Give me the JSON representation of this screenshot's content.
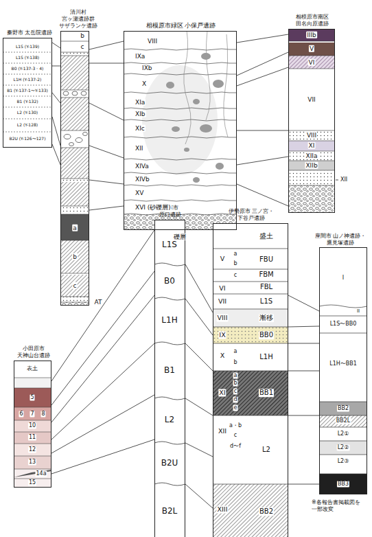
{
  "diagram": {
    "nodes": [
      {
        "text": [
          "秦野市 太岳院遺跡"
        ]
      },
      {
        "text": [
          "清川村 宮ヶ瀬遺跡群 サザランケ遺跡"
        ]
      },
      {
        "text": [
          "相模原市緑区 小保戸遺跡"
        ]
      },
      {
        "text": [
          "相模原市南区 田名向原遺跡"
        ]
      },
      {
        "text": [
          "平塚市 原口遺跡"
        ]
      },
      {
        "text": [
          "伊勢原市 三ノ宮・下谷戸遺跡"
        ]
      },
      {
        "text": [
          "座間市 山ノ神遺跡・鷹見塚遺跡"
        ]
      },
      {
        "text": [
          "小田原市 天神山台遺跡"
        ]
      }
    ],
    "edges": [
      {
        "from": 0,
        "to": 1,
        "arrow": "none"
      },
      {
        "from": 0,
        "to": 1,
        "arrow": "none"
      },
      {
        "from": 0,
        "to": 1,
        "arrow": "none"
      },
      {
        "from": 0,
        "to": 1,
        "arrow": "none"
      },
      {
        "from": 0,
        "to": 1,
        "arrow": "none"
      },
      {
        "from": 1,
        "to": 2,
        "arrow": "none"
      },
      {
        "from": 1,
        "to": 2,
        "arrow": "none"
      },
      {
        "from": 1,
        "to": 2,
        "arrow": "none"
      },
      {
        "from": 1,
        "to": 2,
        "arrow": "none"
      },
      {
        "from": 1,
        "to": 2,
        "arrow": "none"
      },
      {
        "from": 1,
        "to": 2,
        "arrow": "none"
      },
      {
        "from": 2,
        "to": 3,
        "arrow": "none"
      },
      {
        "from": 2,
        "to": 3,
        "arrow": "none"
      },
      {
        "from": 2,
        "to": 3,
        "arrow": "none"
      },
      {
        "from": 2,
        "to": 3,
        "arrow": "none"
      },
      {
        "from": 2,
        "to": 3,
        "arrow": "none"
      },
      {
        "from": 2,
        "to": 3,
        "arrow": "none"
      },
      {
        "from": 7,
        "to": 4,
        "arrow": "none"
      },
      {
        "from": 7,
        "to": 4,
        "arrow": "none"
      },
      {
        "from": 7,
        "to": 4,
        "arrow": "none"
      },
      {
        "from": 7,
        "to": 4,
        "arrow": "none"
      },
      {
        "from": 7,
        "to": 4,
        "arrow": "none"
      },
      {
        "from": 7,
        "to": 4,
        "arrow": "none"
      },
      {
        "from": 4,
        "to": 5,
        "arrow": "none"
      },
      {
        "from": 4,
        "to": 5,
        "arrow": "none"
      },
      {
        "from": 4,
        "to": 5,
        "arrow": "none"
      },
      {
        "from": 4,
        "to": 5,
        "arrow": "none"
      },
      {
        "from": 4,
        "to": 5,
        "arrow": "none"
      },
      {
        "from": 4,
        "to": 5,
        "arrow": "none"
      },
      {
        "from": 5,
        "to": 6,
        "arrow": "none"
      },
      {
        "from": 5,
        "to": 6,
        "arrow": "none"
      },
      {
        "from": 5,
        "to": 6,
        "arrow": "none"
      },
      {
        "from": 5,
        "to": 6,
        "arrow": "none"
      },
      {
        "from": 5,
        "to": 6,
        "arrow": "none"
      },
      {
        "from": 5,
        "to": 6,
        "arrow": "none"
      }
    ],
    "labels": [
      "L1S (Y-139)",
      "L1S (Y-138)",
      "B0 (Y-137-3・4)",
      "L1H (Y-137-2)",
      "B1 (Y-137-1〜Y-133)",
      "B1 (Y-132)",
      "L2 (Y-130)",
      "L2 (Y-128)",
      "B2U (Y-126〜127)",
      "b",
      "c",
      "a",
      "b",
      "c",
      "AT",
      "VIII",
      "IXa",
      "IXb",
      "X",
      "XIa",
      "XIb",
      "XIc",
      "XII",
      "XIVa",
      "XIVb",
      "XV",
      "XVI (砂礫層)",
      "礫層",
      "IIIb",
      "V",
      "VI",
      "VII",
      "VIII",
      "XI",
      "XIIa",
      "XIIb",
      "XII",
      "L1S",
      "B0",
      "L1H",
      "B1",
      "L2",
      "B2U",
      "B2L",
      "盛土",
      "FBU",
      "FBM",
      "FBL",
      "L1S",
      "漸移",
      "BB0",
      "L1H",
      "BB1",
      "L2",
      "BB2",
      "V",
      "VI",
      "VII",
      "VIII",
      "IX",
      "X",
      "XI",
      "XII",
      "XIII",
      "a",
      "b",
      "c",
      "a",
      "b",
      "a",
      "b",
      "c",
      "d",
      "e",
      "a・b",
      "c",
      "d〜f",
      "I",
      "II",
      "L1S〜BB0",
      "L1H〜BB1",
      "BB2",
      "BB2L",
      "L2①",
      "L2②",
      "L2③",
      "BB3",
      "表土",
      "5",
      "6",
      "7",
      "8",
      "10",
      "11",
      "12",
      "13",
      "14a",
      "15",
      "※各報告書掲載図を 一部改変"
    ]
  }
}
